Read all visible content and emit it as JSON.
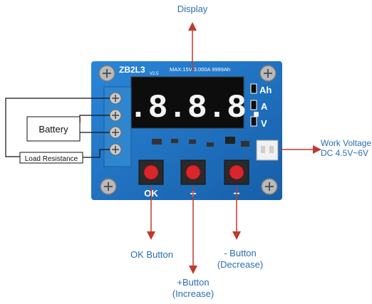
{
  "labels": {
    "display": "Display",
    "battery": "Battery",
    "load_resistance": "Load Resistance",
    "work_voltage_line1": "Work Voltage",
    "work_voltage_line2": "DC 4.5V~6V",
    "ok_button": "OK Button",
    "plus_button_line1": "+Button",
    "plus_button_line2": "(Increase)",
    "minus_button_line1": "- Button",
    "minus_button_line2": "(Decrease)"
  },
  "board": {
    "model": "ZB2L3",
    "version": "V2.5",
    "spec": "MAX:15V  3.000A  9999Ah",
    "display_digits": "8.8.8.8.",
    "unit_ah": "Ah",
    "unit_a": "A",
    "unit_v": "V",
    "btn_ok": "OK",
    "btn_plus": "+",
    "btn_minus": "−"
  },
  "colors": {
    "pcb": "#1f74c8",
    "annotation": "#2a6fb0",
    "arrow": "#c0392b",
    "button": "#d9262c"
  }
}
